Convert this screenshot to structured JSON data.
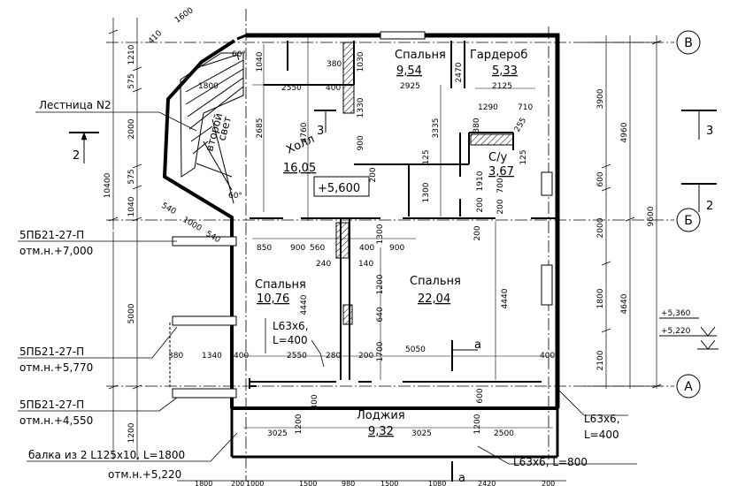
{
  "rooms": {
    "bedroom_top": {
      "name": "Спальня",
      "area": "9,54"
    },
    "wardrobe": {
      "name": "Гардероб",
      "area": "5,33"
    },
    "hall": {
      "name": "Холл",
      "area": "16,05"
    },
    "bathroom": {
      "name": "С/у",
      "area": "3,67"
    },
    "bedroom_left": {
      "name": "Спальня",
      "area": "10,76"
    },
    "bedroom_main": {
      "name": "Спальня",
      "area": "22,04"
    },
    "loggia": {
      "name": "Лоджия",
      "area": "9,32"
    }
  },
  "labels": {
    "stair": "Лестница N2",
    "void_line1": "второй",
    "void_line2": "свет",
    "level_mark": "+5,600",
    "lintel1_mark": "5ПБ21-27-П",
    "lintel1_elev": "отм.н.+7,000",
    "lintel2_mark": "5ПБ21-27-П",
    "lintel2_elev": "отм.н.+5,770",
    "lintel3_mark": "5ПБ21-27-П",
    "lintel3_elev": "отм.н.+4,550",
    "beam": "балка из 2 L125x10, L=1800",
    "beam_elev": "отм.н.+5,220",
    "angle_left1": "L63x6,",
    "angle_left2": "L=400",
    "angle_right1": "L63x6,",
    "angle_right2": "L=400",
    "angle_bottom": "L63x6, L=800",
    "elev_top": "+5,360",
    "elev_bottom": "+5,220"
  },
  "axes": {
    "a": "А",
    "b": "Б",
    "v": "В"
  },
  "sections": {
    "s2": "2",
    "s3": "3",
    "s_a": "а"
  },
  "dims": {
    "d1210": "1210",
    "d575a": "575",
    "d2000a": "2000",
    "d575b": "575",
    "d1040a": "1040",
    "d10400": "10400",
    "d5000": "5000",
    "d1200a": "1200",
    "d3900": "3900",
    "d600a": "600",
    "d2000b": "2000",
    "d1800r": "1800",
    "d2100": "2100",
    "d4960": "4960",
    "d4640": "4640",
    "d9600": "9600",
    "d1600": "1600",
    "d410": "410",
    "d1800s": "1800",
    "d2550a": "2550",
    "d400a": "400",
    "d1040b": "1040",
    "d2685": "2685",
    "d4760": "4760",
    "d380a": "380",
    "d1030": "1030",
    "d1330": "1330",
    "d900a": "900",
    "d2925": "2925",
    "d2470": "2470",
    "d2125": "2125",
    "d3335": "3335",
    "d1290": "1290",
    "d710": "710",
    "d380b": "380",
    "d255": "255",
    "d125a": "125",
    "d125b": "125",
    "d1910": "1910",
    "d700": "700",
    "d200a": "200",
    "d200b": "200",
    "d1300a": "1300",
    "d200c": "200",
    "d60a": "60°",
    "d60b": "60°",
    "d540a": "540",
    "d1000": "1000",
    "d540b": "540",
    "d850": "850",
    "d900b": "900",
    "d560": "560",
    "d400b": "400",
    "d1300b": "1300",
    "d900c": "900",
    "d240": "240",
    "d140": "140",
    "d200d": "200",
    "d4440a": "4440",
    "d1200b": "1200",
    "d4440b": "4440",
    "d640": "640",
    "d1700": "1700",
    "d380c": "380",
    "d1340": "1340",
    "d400c": "400",
    "d2550b": "2550",
    "d280": "280",
    "d200e": "200",
    "d5050": "5050",
    "d400d": "400",
    "d400e": "400",
    "d600b": "600",
    "d3025a": "3025",
    "d1200c": "1200",
    "d3025b": "3025",
    "d1200d": "1200",
    "d2500": "2500",
    "b1800": "1800",
    "b200a": "200",
    "b1000": "1000",
    "b1500a": "1500",
    "b980": "980",
    "b1500b": "1500",
    "b1080": "1080",
    "b2420": "2420",
    "b200b": "200"
  }
}
